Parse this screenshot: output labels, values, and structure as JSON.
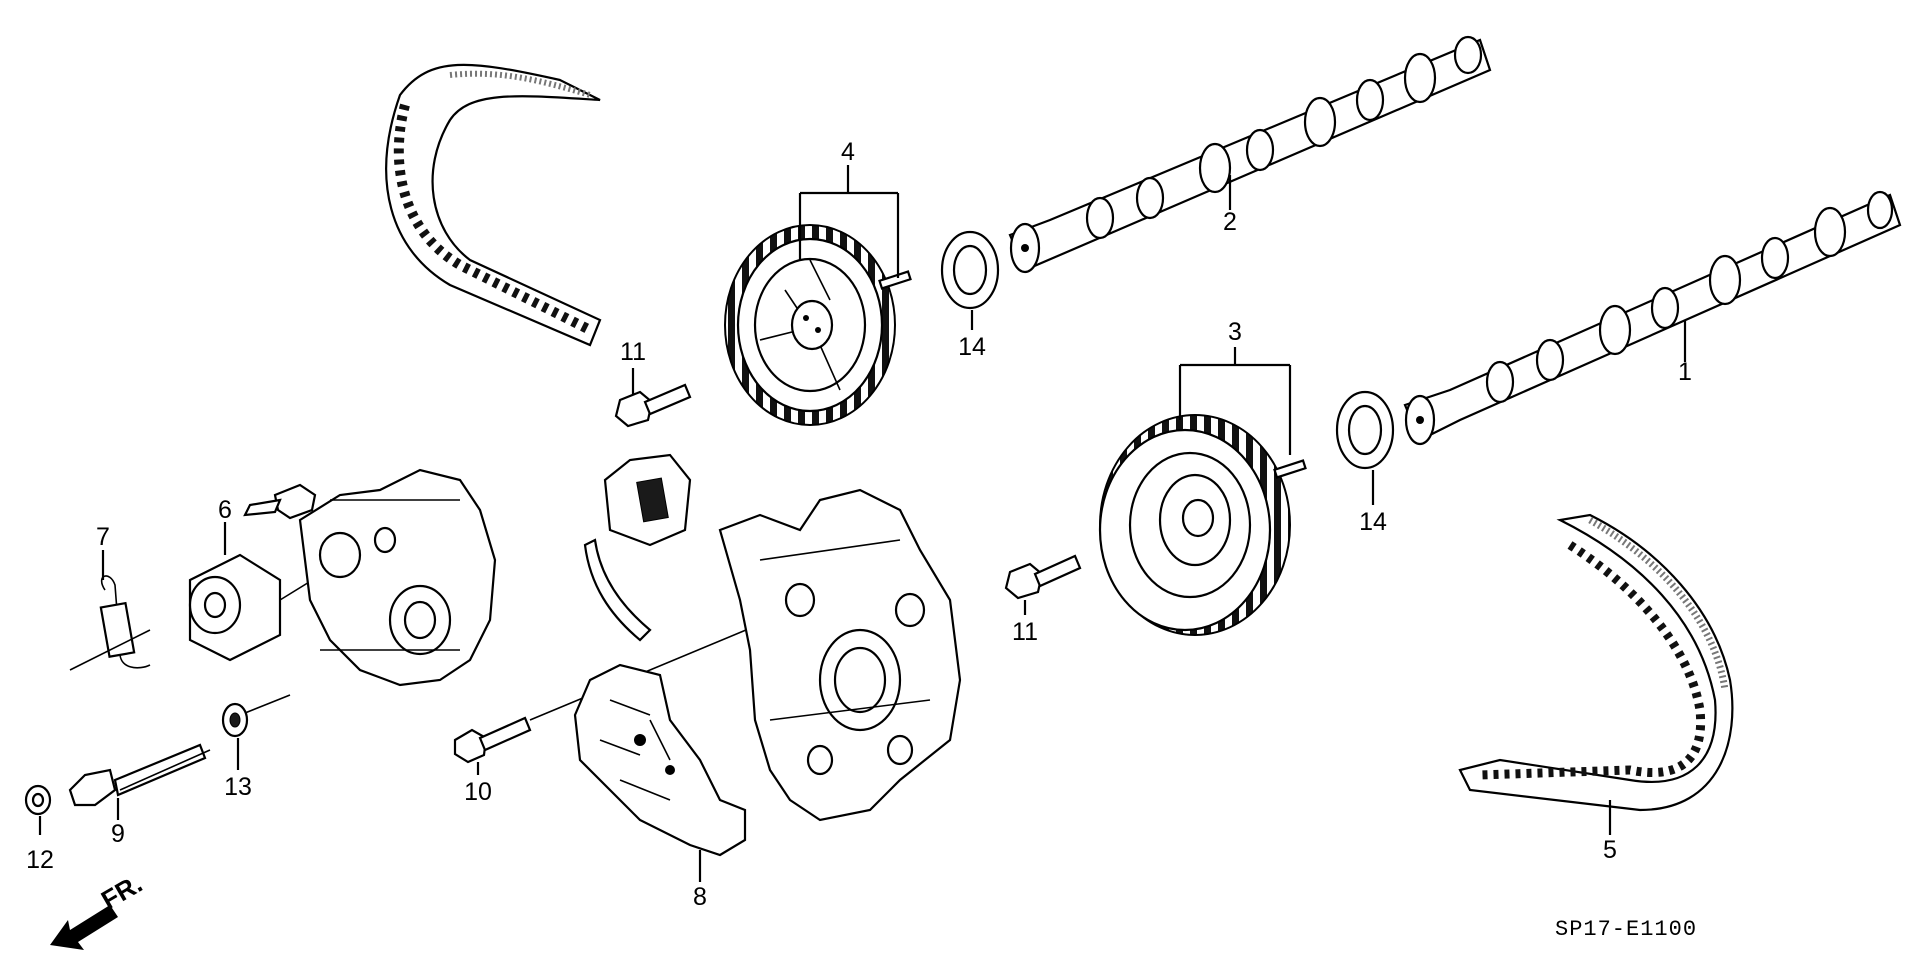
{
  "diagram": {
    "drawing_code": "SP17-E1100",
    "direction_label": "FR.",
    "callouts": {
      "c1": "1",
      "c2": "2",
      "c3": "3",
      "c4": "4",
      "c5": "5",
      "c6": "6",
      "c7": "7",
      "c8": "8",
      "c9": "9",
      "c10": "10",
      "c11a": "11",
      "c11b": "11",
      "c12": "12",
      "c13": "13",
      "c14a": "14",
      "c14b": "14"
    }
  }
}
